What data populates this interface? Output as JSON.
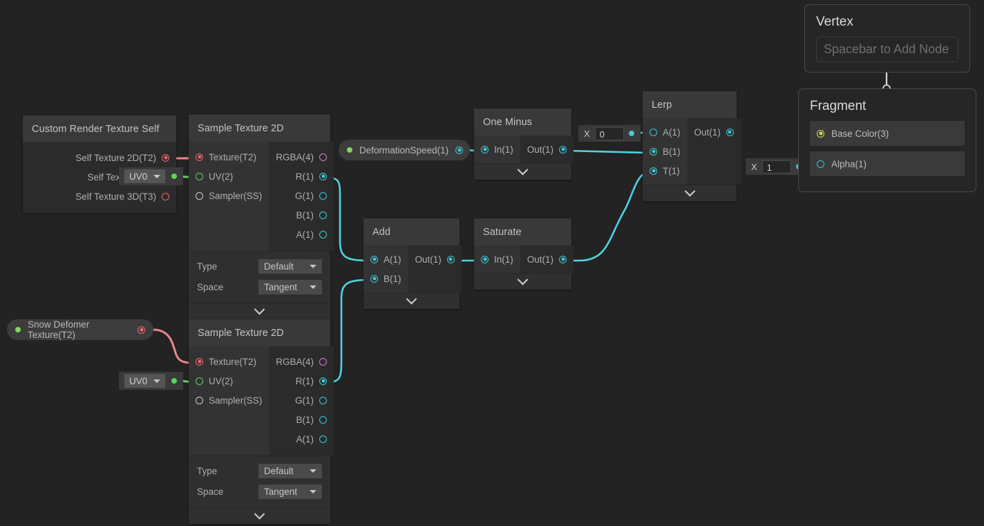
{
  "canvas": {
    "background": "#232323"
  },
  "nodes": {
    "custom_render_texture": {
      "title": "Custom Render Texture Self",
      "inputs": [],
      "outputs": [
        {
          "label": "Self Texture 2D(T2)",
          "color": "red",
          "filled": true
        },
        {
          "label": "Self Texture (T2)",
          "color": "green",
          "filled": true
        },
        {
          "label": "Self Texture 3D(T3)",
          "color": "red",
          "filled": false
        }
      ]
    },
    "sample_texture_top": {
      "title": "Sample Texture 2D",
      "inputs": [
        {
          "label": "Texture(T2)",
          "color": "red",
          "filled": true
        },
        {
          "label": "UV(2)",
          "color": "green",
          "filled": false
        },
        {
          "label": "Sampler(SS)",
          "color": "white",
          "filled": false
        }
      ],
      "outputs": [
        {
          "label": "RGBA(4)",
          "color": "pink",
          "filled": false
        },
        {
          "label": "R(1)",
          "color": "cyan",
          "filled": true
        },
        {
          "label": "G(1)",
          "color": "cyan",
          "filled": false
        },
        {
          "label": "B(1)",
          "color": "cyan",
          "filled": false
        },
        {
          "label": "A(1)",
          "color": "cyan",
          "filled": false
        }
      ],
      "settings": [
        {
          "label": "Type",
          "value": "Default"
        },
        {
          "label": "Space",
          "value": "Tangent"
        }
      ]
    },
    "sample_texture_bottom": {
      "title": "Sample Texture 2D",
      "inputs": [
        {
          "label": "Texture(T2)",
          "color": "red",
          "filled": true
        },
        {
          "label": "UV(2)",
          "color": "green",
          "filled": false
        },
        {
          "label": "Sampler(SS)",
          "color": "white",
          "filled": false
        }
      ],
      "outputs": [
        {
          "label": "RGBA(4)",
          "color": "pink",
          "filled": false
        },
        {
          "label": "R(1)",
          "color": "cyan",
          "filled": true
        },
        {
          "label": "G(1)",
          "color": "cyan",
          "filled": false
        },
        {
          "label": "B(1)",
          "color": "cyan",
          "filled": false
        },
        {
          "label": "A(1)",
          "color": "cyan",
          "filled": false
        }
      ],
      "settings": [
        {
          "label": "Type",
          "value": "Default"
        },
        {
          "label": "Space",
          "value": "Tangent"
        }
      ]
    },
    "one_minus": {
      "title": "One Minus",
      "inputs": [
        {
          "label": "In(1)",
          "color": "cyan",
          "filled": true
        }
      ],
      "outputs": [
        {
          "label": "Out(1)",
          "color": "cyan",
          "filled": true
        }
      ]
    },
    "add": {
      "title": "Add",
      "inputs": [
        {
          "label": "A(1)",
          "color": "cyan",
          "filled": true
        },
        {
          "label": "B(1)",
          "color": "cyan",
          "filled": true
        }
      ],
      "outputs": [
        {
          "label": "Out(1)",
          "color": "cyan",
          "filled": true
        }
      ]
    },
    "saturate": {
      "title": "Saturate",
      "inputs": [
        {
          "label": "In(1)",
          "color": "cyan",
          "filled": true
        }
      ],
      "outputs": [
        {
          "label": "Out(1)",
          "color": "cyan",
          "filled": true
        }
      ]
    },
    "lerp": {
      "title": "Lerp",
      "inputs": [
        {
          "label": "A(1)",
          "color": "cyan",
          "filled": false
        },
        {
          "label": "B(1)",
          "color": "cyan",
          "filled": true
        },
        {
          "label": "T(1)",
          "color": "cyan",
          "filled": true
        }
      ],
      "outputs": [
        {
          "label": "Out(1)",
          "color": "cyan",
          "filled": true
        }
      ]
    }
  },
  "properties": {
    "deformation_speed": {
      "label": "DeformationSpeed(1)",
      "port_color": "cyan"
    },
    "snow_deformer_texture": {
      "label": "Snow Defomer Texture(T2)",
      "port_color": "red"
    }
  },
  "uv_dropdowns": {
    "top": {
      "value": "UV0"
    },
    "bottom": {
      "value": "UV0"
    }
  },
  "value_chips": {
    "lerp_a": {
      "axis_label": "X",
      "value": "0"
    },
    "fragment_alpha": {
      "axis_label": "X",
      "value": "1"
    }
  },
  "master": {
    "vertex": {
      "title": "Vertex",
      "placeholder": "Spacebar to Add Node"
    },
    "fragment": {
      "title": "Fragment",
      "blocks": [
        {
          "label": "Base Color(3)",
          "color": "yellow",
          "filled": true
        },
        {
          "label": "Alpha(1)",
          "color": "cyan",
          "filled": false
        }
      ]
    }
  },
  "colors": {
    "wire_cyan": "#4ed4e0",
    "wire_red": "#ec8888",
    "wire_green": "#5fd35f",
    "wire_yellow": "#d8de4a",
    "wire_white": "#e0e0e0",
    "background": "#232323",
    "node_body": "#2b2b2b",
    "node_header": "#393939"
  }
}
